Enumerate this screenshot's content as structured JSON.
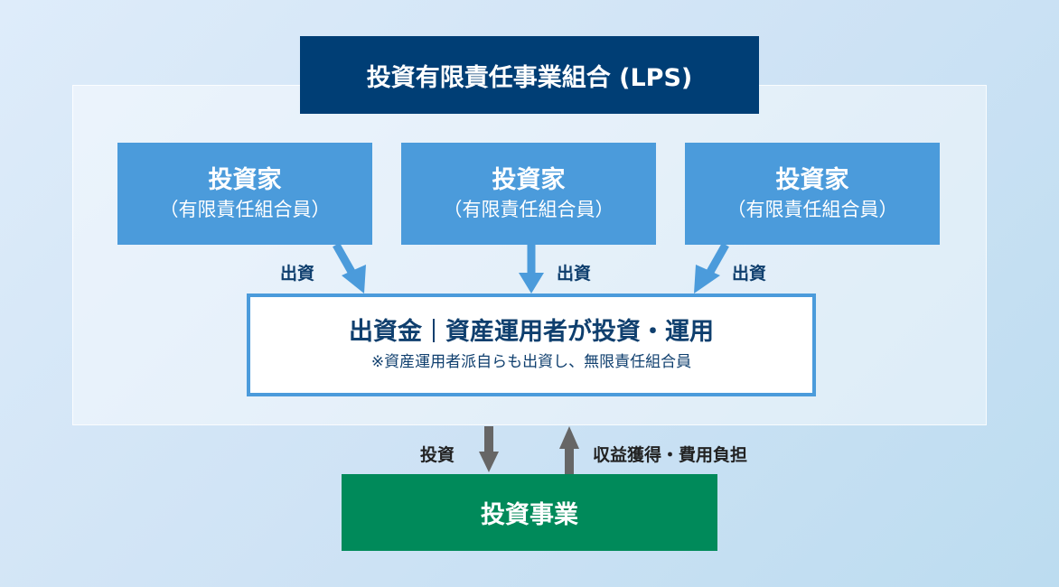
{
  "lps": {
    "title": "投資有限責任事業組合 (LPS)"
  },
  "investors": [
    {
      "title": "投資家",
      "subtitle": "（有限責任組合員）",
      "flow_label": "出資"
    },
    {
      "title": "投資家",
      "subtitle": "（有限責任組合員）",
      "flow_label": "出資"
    },
    {
      "title": "投資家",
      "subtitle": "（有限責任組合員）",
      "flow_label": "出資"
    }
  ],
  "fund": {
    "left": "出資金",
    "right": "資産運用者が投資・運用",
    "note": "※資産運用者派自らも出資し、無限責任組合員"
  },
  "flows": {
    "invest": "投資",
    "return": "収益獲得・費用負担"
  },
  "business": {
    "title": "投資事業"
  },
  "colors": {
    "lps": "#003e75",
    "investor": "#4b9bdb",
    "business": "#008a5a",
    "text": "#0f3f6e",
    "gray_arrow": "#666666"
  }
}
